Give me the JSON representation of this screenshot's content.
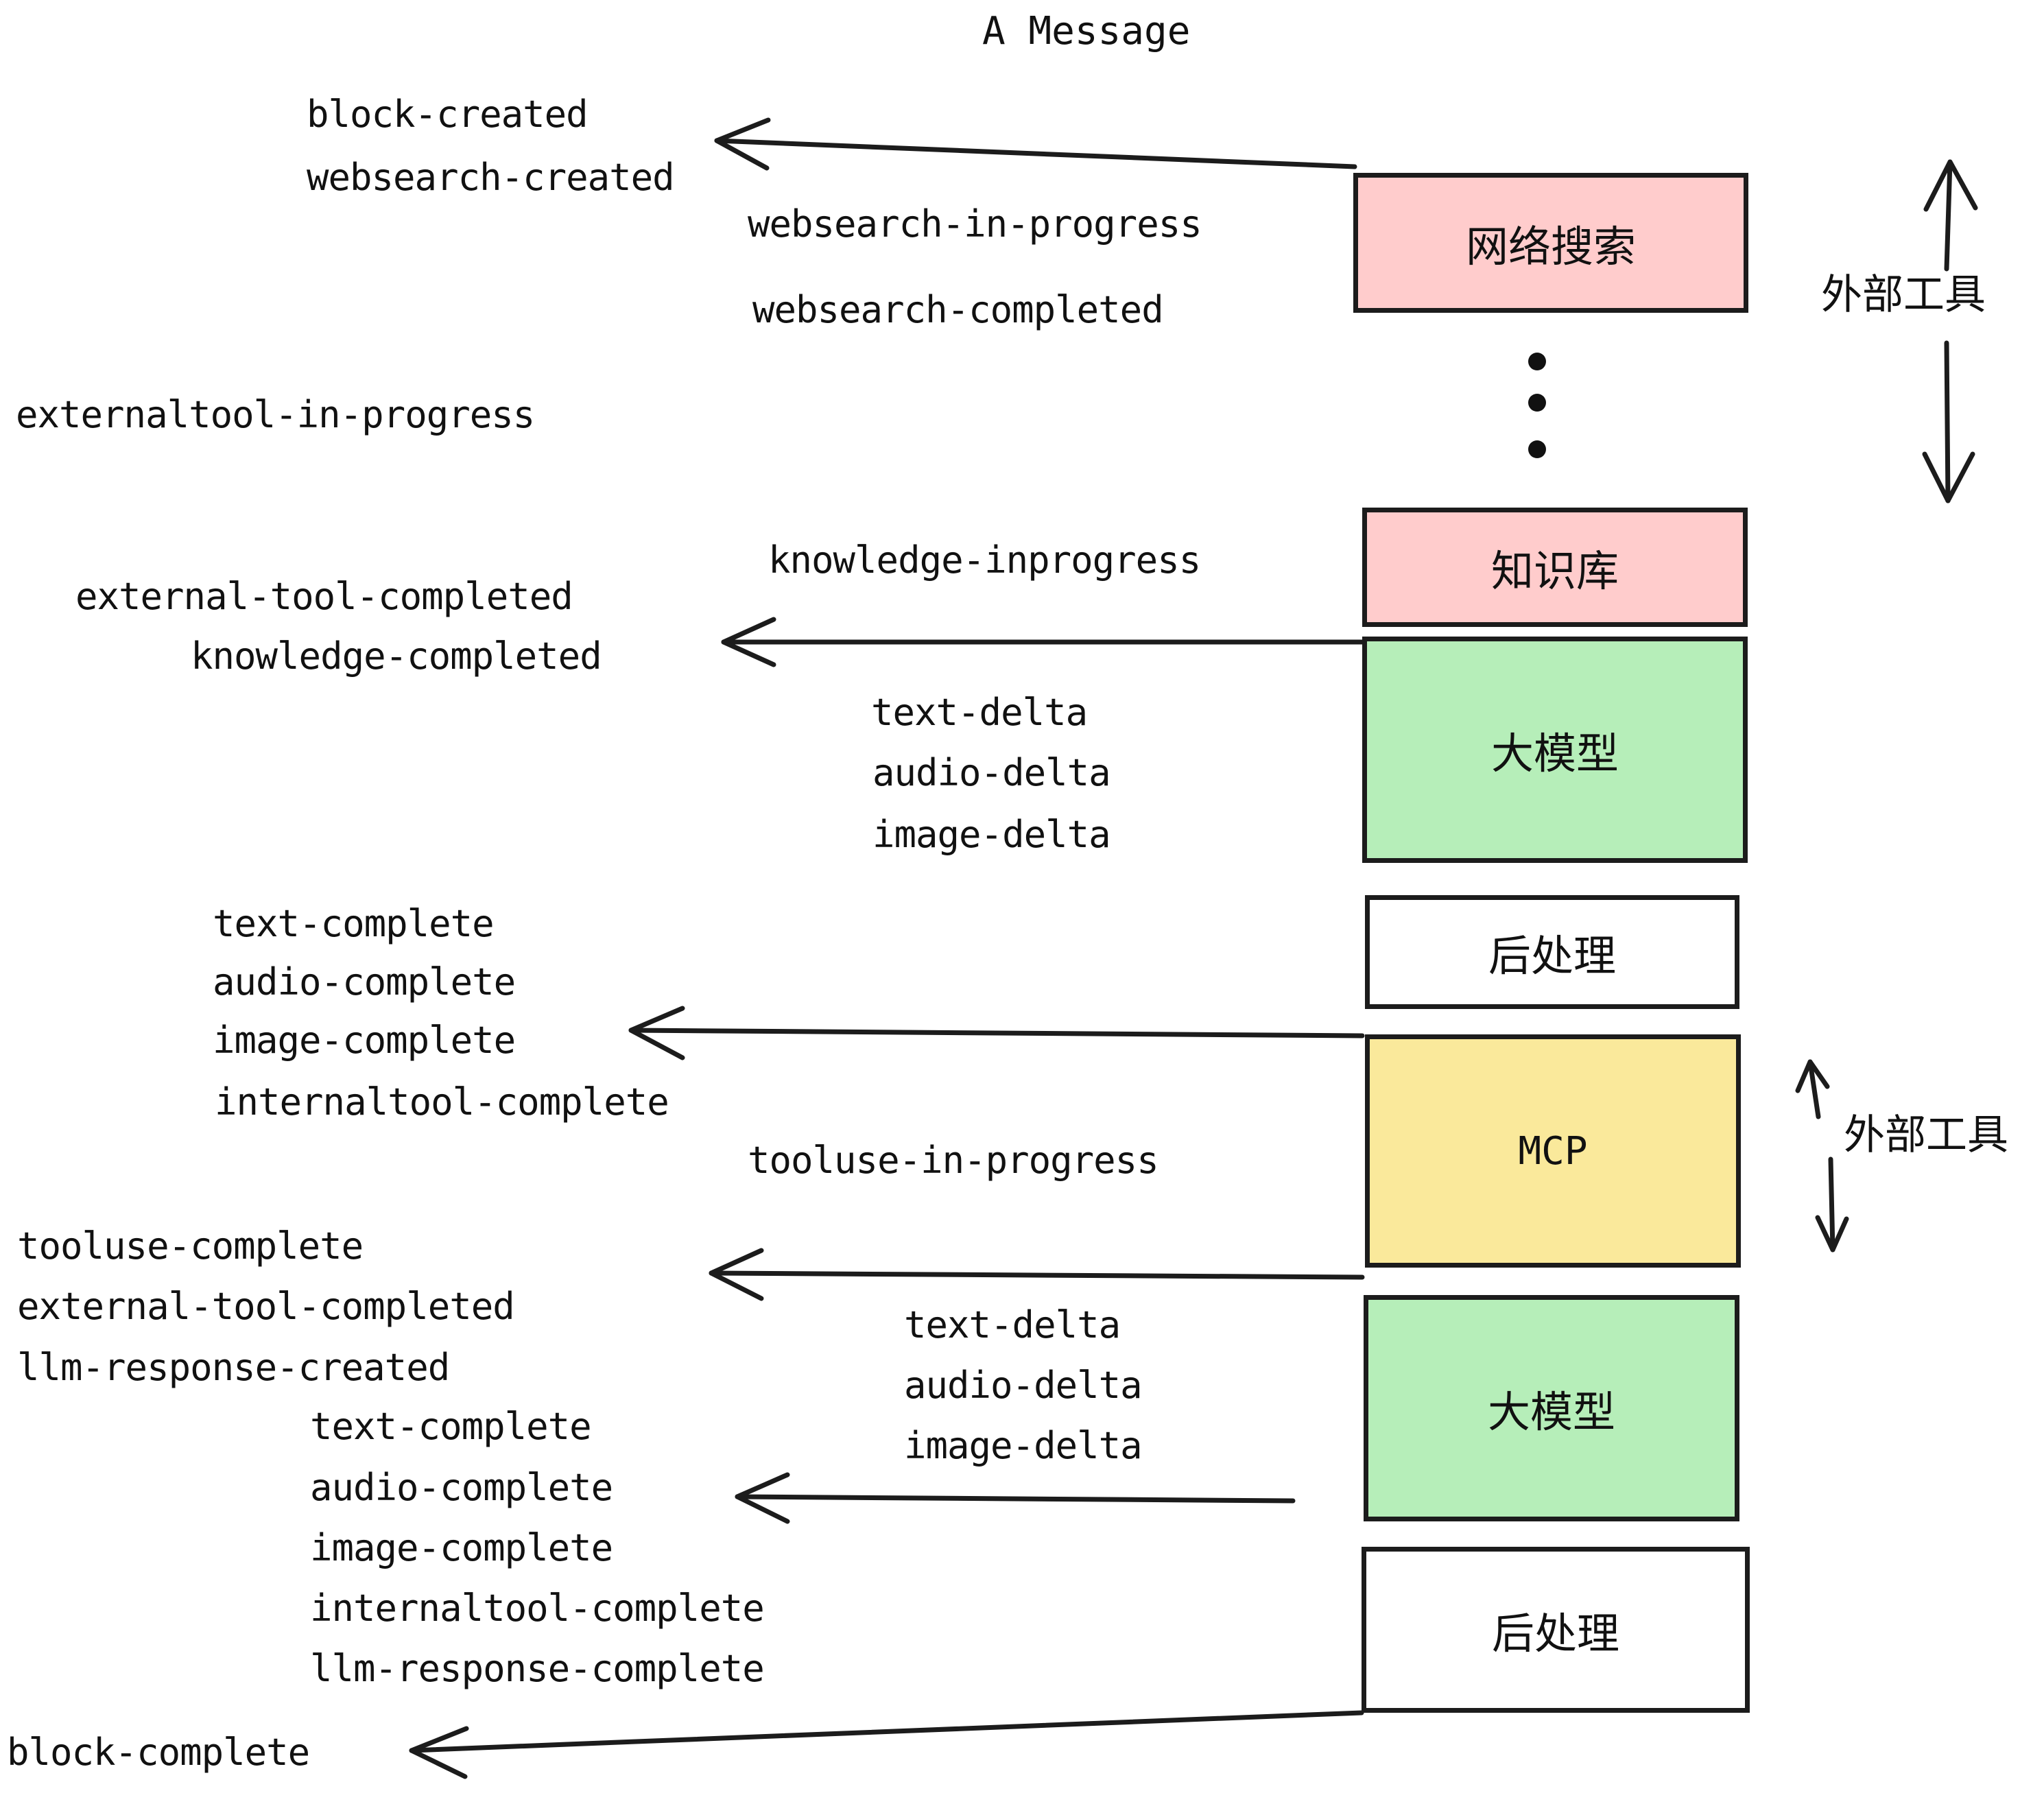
{
  "diagram": {
    "title": "A Message",
    "colors": {
      "pink": "#ffcccc",
      "green": "#b6eeb9",
      "yellow": "#fae99b",
      "white": "#ffffff",
      "stroke": "#1c1c1c",
      "text": "#111111"
    },
    "boxes": [
      {
        "id": "websearch",
        "label": "网络搜索",
        "fill": "pink"
      },
      {
        "id": "knowledge",
        "label": "知识库",
        "fill": "pink"
      },
      {
        "id": "llm-1",
        "label": "大模型",
        "fill": "green"
      },
      {
        "id": "postprocess-1",
        "label": "后处理",
        "fill": "white"
      },
      {
        "id": "mcp",
        "label": "MCP",
        "fill": "yellow"
      },
      {
        "id": "llm-2",
        "label": "大模型",
        "fill": "green"
      },
      {
        "id": "postprocess-2",
        "label": "后处理",
        "fill": "white"
      }
    ],
    "side_labels": [
      {
        "id": "external-tools-top",
        "label": "外部工具"
      },
      {
        "id": "external-tools-bottom",
        "label": "外部工具"
      }
    ],
    "events": {
      "block_created": "block-created",
      "websearch_created": "websearch-created",
      "websearch_in_progress": "websearch-in-progress",
      "websearch_completed": "websearch-completed",
      "externaltool_in_progress": "externaltool-in-progress",
      "knowledge_inprogress": "knowledge-inprogress",
      "external_tool_completed_1": "external-tool-completed",
      "knowledge_completed": "knowledge-completed",
      "text_delta_1": "text-delta",
      "audio_delta_1": "audio-delta",
      "image_delta_1": "image-delta",
      "text_complete_1": "text-complete",
      "audio_complete_1": "audio-complete",
      "image_complete_1": "image-complete",
      "internaltool_complete_1": "internaltool-complete",
      "tooluse_in_progress": "tooluse-in-progress",
      "tooluse_complete": "tooluse-complete",
      "external_tool_completed_2": "external-tool-completed",
      "llm_response_created": "llm-response-created",
      "text_delta_2": "text-delta",
      "audio_delta_2": "audio-delta",
      "image_delta_2": "image-delta",
      "text_complete_2": "text-complete",
      "audio_complete_2": "audio-complete",
      "image_complete_2": "image-complete",
      "internaltool_complete_2": "internaltool-complete",
      "llm_response_complete": "llm-response-complete",
      "block_complete": "block-complete"
    }
  }
}
